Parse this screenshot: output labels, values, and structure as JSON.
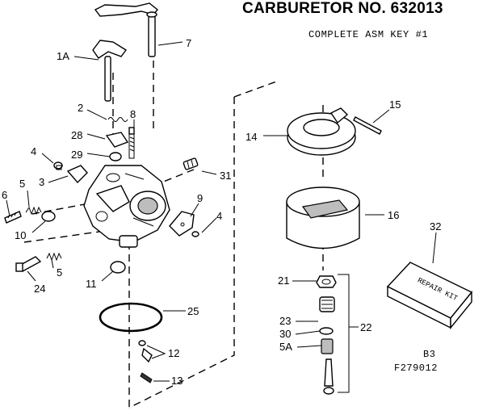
{
  "header": {
    "title": "CARBURETOR NO. 632013",
    "subtitle": "COMPLETE ASM KEY #1"
  },
  "codes": {
    "b3": "B3",
    "figure": "F279012"
  },
  "repair_kit_text": "REPAIR KIT",
  "callouts": {
    "1A": "1A",
    "2": "2",
    "3": "3",
    "4a": "4",
    "4b": "4",
    "5a": "5",
    "5b": "5",
    "5A": "5A",
    "6": "6",
    "7": "7",
    "8": "8",
    "9": "9",
    "10": "10",
    "11": "11",
    "12": "12",
    "13": "13",
    "14": "14",
    "15": "15",
    "16": "16",
    "21": "21",
    "22": "22",
    "23": "23",
    "24": "24",
    "25": "25",
    "28": "28",
    "29": "29",
    "30": "30",
    "31": "31",
    "32": "32"
  },
  "colors": {
    "ink": "#000000",
    "paper": "#ffffff"
  }
}
